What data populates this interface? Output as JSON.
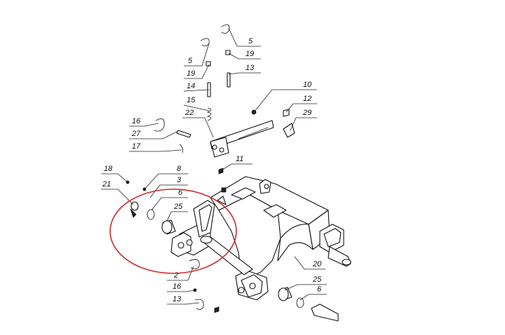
{
  "callouts": {
    "c5a": "5",
    "c5b": "5",
    "c19a": "19",
    "c19b": "19",
    "c13a": "13",
    "c14": "14",
    "c15": "15",
    "c22": "22",
    "c10": "10",
    "c12": "12",
    "c29": "29",
    "c16a": "16",
    "c27": "27",
    "c17": "17",
    "c11": "11",
    "c18": "18",
    "c8": "8",
    "c21": "21",
    "c3": "3",
    "c6a": "6",
    "c25a": "25",
    "c20": "20",
    "c2": "2",
    "c16b": "16",
    "c13b": "13",
    "c25b": "25",
    "c6b": "6"
  },
  "highlight": {
    "color": "#d22a2a"
  },
  "colors": {
    "line": "#111111",
    "background": "#ffffff"
  }
}
